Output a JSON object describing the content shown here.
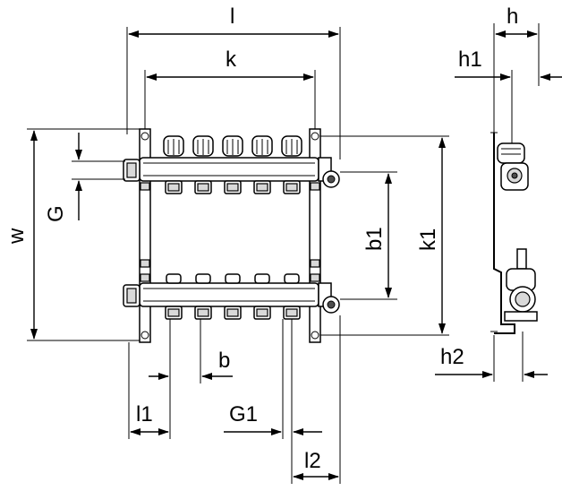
{
  "labels": {
    "l": "l",
    "k": "k",
    "h": "h",
    "h1": "h1",
    "w": "w",
    "G": "G",
    "b1": "b1",
    "k1": "k1",
    "b": "b",
    "h2": "h2",
    "l1": "l1",
    "G1": "G1",
    "l2": "l2"
  },
  "valves_per_bar": 5,
  "colors": {
    "line": "#000000",
    "metal_fill": "#ffffff",
    "shade": "#d9d9d9",
    "dark": "#4d4d4d"
  }
}
